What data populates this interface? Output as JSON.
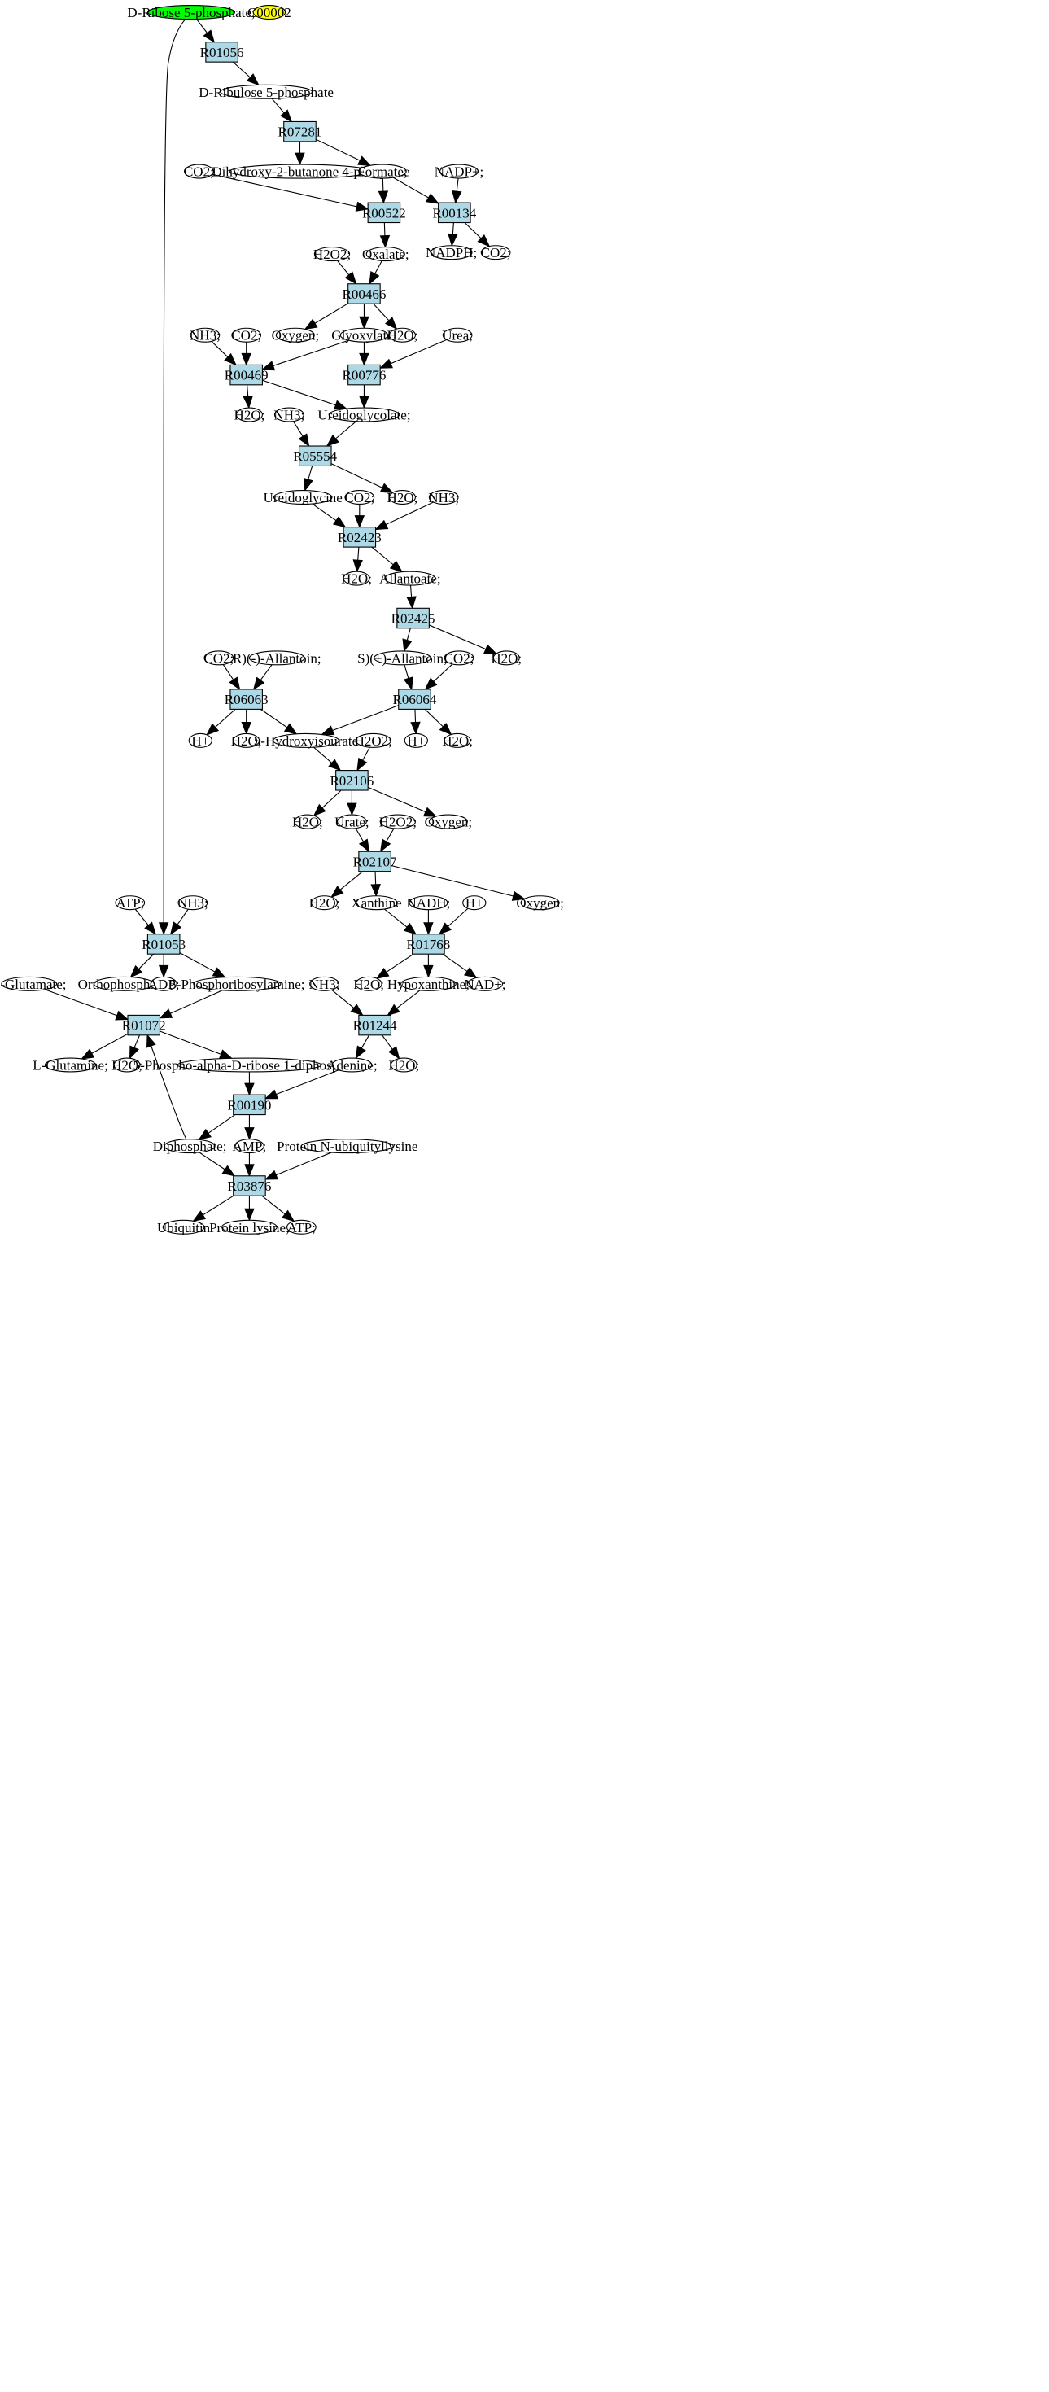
{
  "styles": {
    "compound_fill": "#ffffff",
    "reaction_fill": "#add8e6",
    "start_fill": "#00ff00",
    "highlight_fill": "#ffff00",
    "stroke": "#000000"
  },
  "nodes": [
    {
      "id": "c_ribose5p",
      "label": "D-Ribose 5-phosphate;",
      "kind": "start"
    },
    {
      "id": "c_C00002",
      "label": "C00002",
      "kind": "highlight"
    },
    {
      "id": "r_R01056",
      "label": "R01056",
      "kind": "reaction"
    },
    {
      "id": "c_ribulose5p",
      "label": "D-Ribulose 5-phosphate",
      "kind": "compound"
    },
    {
      "id": "r_R07281",
      "label": "R07281",
      "kind": "reaction"
    },
    {
      "id": "c_dhb4p",
      "label": "3,4-Dihydroxy-2-butanone 4-phosphate",
      "kind": "compound"
    },
    {
      "id": "c_formate",
      "label": "Formate;",
      "kind": "compound"
    },
    {
      "id": "c_co2_a",
      "label": "CO2;",
      "kind": "compound"
    },
    {
      "id": "c_nadp",
      "label": "NADP+;",
      "kind": "compound"
    },
    {
      "id": "r_R00522",
      "label": "R00522",
      "kind": "reaction"
    },
    {
      "id": "r_R00134",
      "label": "R00134",
      "kind": "reaction"
    },
    {
      "id": "c_nadph",
      "label": "NADPH;",
      "kind": "compound"
    },
    {
      "id": "c_co2_b",
      "label": "CO2;",
      "kind": "compound"
    },
    {
      "id": "c_h2o2_a",
      "label": "H2O2;",
      "kind": "compound"
    },
    {
      "id": "c_oxalate",
      "label": "Oxalate;",
      "kind": "compound"
    },
    {
      "id": "r_R00466",
      "label": "R00466",
      "kind": "reaction"
    },
    {
      "id": "c_nh3_a",
      "label": "NH3;",
      "kind": "compound"
    },
    {
      "id": "c_co2_c",
      "label": "CO2;",
      "kind": "compound"
    },
    {
      "id": "c_oxygen_a",
      "label": "Oxygen;",
      "kind": "compound"
    },
    {
      "id": "c_glyoxylate",
      "label": "Glyoxylate;",
      "kind": "compound"
    },
    {
      "id": "c_h2o_a",
      "label": "H2O;",
      "kind": "compound"
    },
    {
      "id": "c_urea",
      "label": "Urea;",
      "kind": "compound"
    },
    {
      "id": "r_R00469",
      "label": "R00469",
      "kind": "reaction"
    },
    {
      "id": "r_R00776",
      "label": "R00776",
      "kind": "reaction"
    },
    {
      "id": "c_h2o_b",
      "label": "H2O;",
      "kind": "compound"
    },
    {
      "id": "c_nh3_b",
      "label": "NH3;",
      "kind": "compound"
    },
    {
      "id": "c_ureidoglycolate",
      "label": "Ureidoglycolate;",
      "kind": "compound"
    },
    {
      "id": "r_R05554",
      "label": "R05554",
      "kind": "reaction"
    },
    {
      "id": "c_ureidoglycine",
      "label": "Ureidoglycine",
      "kind": "compound"
    },
    {
      "id": "c_co2_d",
      "label": "CO2;",
      "kind": "compound"
    },
    {
      "id": "c_h2o_c",
      "label": "H2O;",
      "kind": "compound"
    },
    {
      "id": "c_nh3_c",
      "label": "NH3;",
      "kind": "compound"
    },
    {
      "id": "r_R02423",
      "label": "R02423",
      "kind": "reaction"
    },
    {
      "id": "c_h2o_d",
      "label": "H2O;",
      "kind": "compound"
    },
    {
      "id": "c_allantoate",
      "label": "Allantoate;",
      "kind": "compound"
    },
    {
      "id": "r_R02425",
      "label": "R02425",
      "kind": "reaction"
    },
    {
      "id": "c_co2_e",
      "label": "CO2;",
      "kind": "compound"
    },
    {
      "id": "c_r_allantoin",
      "label": "R)(-)-Allantoin;",
      "kind": "compound"
    },
    {
      "id": "c_s_allantoin",
      "label": "S)(+)-Allantoin;",
      "kind": "compound"
    },
    {
      "id": "c_co2_f",
      "label": "CO2;",
      "kind": "compound"
    },
    {
      "id": "c_h2o_e",
      "label": "H2O;",
      "kind": "compound"
    },
    {
      "id": "r_R06063",
      "label": "R06063",
      "kind": "reaction"
    },
    {
      "id": "r_R06064",
      "label": "R06064",
      "kind": "reaction"
    },
    {
      "id": "c_hplus_a",
      "label": "H+",
      "kind": "compound"
    },
    {
      "id": "c_h2o_f",
      "label": "H2O;",
      "kind": "compound"
    },
    {
      "id": "c_5hiu",
      "label": "5-Hydroxyisourate",
      "kind": "compound"
    },
    {
      "id": "c_h2o2_b",
      "label": "H2O2;",
      "kind": "compound"
    },
    {
      "id": "c_hplus_b",
      "label": "H+",
      "kind": "compound"
    },
    {
      "id": "c_h2o_g",
      "label": "H2O;",
      "kind": "compound"
    },
    {
      "id": "r_R02106",
      "label": "R02106",
      "kind": "reaction"
    },
    {
      "id": "c_h2o_h",
      "label": "H2O;",
      "kind": "compound"
    },
    {
      "id": "c_urate",
      "label": "Urate;",
      "kind": "compound"
    },
    {
      "id": "c_h2o2_c",
      "label": "H2O2;",
      "kind": "compound"
    },
    {
      "id": "c_oxygen_b",
      "label": "Oxygen;",
      "kind": "compound"
    },
    {
      "id": "r_R02107",
      "label": "R02107",
      "kind": "reaction"
    },
    {
      "id": "c_atp_a",
      "label": "ATP;",
      "kind": "compound"
    },
    {
      "id": "c_nh3_d",
      "label": "NH3;",
      "kind": "compound"
    },
    {
      "id": "c_h2o_i",
      "label": "H2O;",
      "kind": "compound"
    },
    {
      "id": "c_xanthine",
      "label": "Xanthine",
      "kind": "compound"
    },
    {
      "id": "c_nadh",
      "label": "NADH;",
      "kind": "compound"
    },
    {
      "id": "c_hplus_c",
      "label": "H+",
      "kind": "compound"
    },
    {
      "id": "c_oxygen_c",
      "label": "Oxygen;",
      "kind": "compound"
    },
    {
      "id": "r_R01053",
      "label": "R01053",
      "kind": "reaction"
    },
    {
      "id": "r_R01768",
      "label": "R01768",
      "kind": "reaction"
    },
    {
      "id": "c_lglutamate",
      "label": "L-Glutamate;",
      "kind": "compound"
    },
    {
      "id": "c_orthophosphate",
      "label": "Orthophosphate;",
      "kind": "compound"
    },
    {
      "id": "c_adp",
      "label": "ADP;",
      "kind": "compound"
    },
    {
      "id": "c_5pra",
      "label": "5-Phosphoribosylamine;",
      "kind": "compound"
    },
    {
      "id": "c_nh3_e",
      "label": "NH3;",
      "kind": "compound"
    },
    {
      "id": "c_h2o_j",
      "label": "H2O;",
      "kind": "compound"
    },
    {
      "id": "c_hypoxanthine",
      "label": "Hypoxanthine;",
      "kind": "compound"
    },
    {
      "id": "c_nad",
      "label": "NAD+;",
      "kind": "compound"
    },
    {
      "id": "r_R01072",
      "label": "R01072",
      "kind": "reaction"
    },
    {
      "id": "r_R01244",
      "label": "R01244",
      "kind": "reaction"
    },
    {
      "id": "c_lglutamine",
      "label": "L-Glutamine;",
      "kind": "compound"
    },
    {
      "id": "c_h2o_k",
      "label": "H2O;",
      "kind": "compound"
    },
    {
      "id": "c_prpp",
      "label": "5-Phospho-alpha-D-ribose 1-diphosphate;",
      "kind": "compound"
    },
    {
      "id": "c_adenine",
      "label": "Adenine;",
      "kind": "compound"
    },
    {
      "id": "c_h2o_l",
      "label": "H2O;",
      "kind": "compound"
    },
    {
      "id": "r_R00190",
      "label": "R00190",
      "kind": "reaction"
    },
    {
      "id": "c_diphosphate",
      "label": "Diphosphate;",
      "kind": "compound"
    },
    {
      "id": "c_amp",
      "label": "AMP;",
      "kind": "compound"
    },
    {
      "id": "c_protein_nubl",
      "label": "Protein N-ubiquityllysine",
      "kind": "compound"
    },
    {
      "id": "r_R03876",
      "label": "R03876",
      "kind": "reaction"
    },
    {
      "id": "c_ubiquitin",
      "label": "Ubiquitin",
      "kind": "compound"
    },
    {
      "id": "c_protein_lys",
      "label": "Protein lysine;",
      "kind": "compound"
    },
    {
      "id": "c_atp_b",
      "label": "ATP;",
      "kind": "compound"
    }
  ],
  "edges": [
    [
      "c_ribose5p",
      "r_R01056"
    ],
    [
      "c_ribose5p",
      "r_R01053"
    ],
    [
      "r_R01056",
      "c_ribulose5p"
    ],
    [
      "c_ribulose5p",
      "r_R07281"
    ],
    [
      "r_R07281",
      "c_dhb4p"
    ],
    [
      "r_R07281",
      "c_formate"
    ],
    [
      "c_formate",
      "r_R00522"
    ],
    [
      "c_formate",
      "r_R00134"
    ],
    [
      "c_co2_a",
      "r_R00522"
    ],
    [
      "c_nadp",
      "r_R00134"
    ],
    [
      "r_R00134",
      "c_nadph"
    ],
    [
      "r_R00134",
      "c_co2_b"
    ],
    [
      "r_R00522",
      "c_oxalate"
    ],
    [
      "c_h2o2_a",
      "r_R00466"
    ],
    [
      "c_oxalate",
      "r_R00466"
    ],
    [
      "r_R00466",
      "c_oxygen_a"
    ],
    [
      "r_R00466",
      "c_glyoxylate"
    ],
    [
      "r_R00466",
      "c_h2o_a"
    ],
    [
      "c_nh3_a",
      "r_R00469"
    ],
    [
      "c_co2_c",
      "r_R00469"
    ],
    [
      "c_glyoxylate",
      "r_R00469"
    ],
    [
      "c_glyoxylate",
      "r_R00776"
    ],
    [
      "c_urea",
      "r_R00776"
    ],
    [
      "r_R00469",
      "c_h2o_b"
    ],
    [
      "r_R00469",
      "c_ureidoglycolate"
    ],
    [
      "r_R00776",
      "c_ureidoglycolate"
    ],
    [
      "c_nh3_b",
      "r_R05554"
    ],
    [
      "c_ureidoglycolate",
      "r_R05554"
    ],
    [
      "r_R05554",
      "c_ureidoglycine"
    ],
    [
      "r_R05554",
      "c_h2o_c"
    ],
    [
      "c_ureidoglycine",
      "r_R02423"
    ],
    [
      "c_co2_d",
      "r_R02423"
    ],
    [
      "c_nh3_c",
      "r_R02423"
    ],
    [
      "r_R02423",
      "c_h2o_d"
    ],
    [
      "r_R02423",
      "c_allantoate"
    ],
    [
      "c_allantoate",
      "r_R02425"
    ],
    [
      "r_R02425",
      "c_s_allantoin"
    ],
    [
      "r_R02425",
      "c_h2o_e"
    ],
    [
      "c_co2_e",
      "r_R06063"
    ],
    [
      "c_r_allantoin",
      "r_R06063"
    ],
    [
      "c_s_allantoin",
      "r_R06064"
    ],
    [
      "c_co2_f",
      "r_R06064"
    ],
    [
      "r_R06063",
      "c_hplus_a"
    ],
    [
      "r_R06063",
      "c_h2o_f"
    ],
    [
      "r_R06063",
      "c_5hiu"
    ],
    [
      "r_R06064",
      "c_5hiu"
    ],
    [
      "r_R06064",
      "c_hplus_b"
    ],
    [
      "r_R06064",
      "c_h2o_g"
    ],
    [
      "c_5hiu",
      "r_R02106"
    ],
    [
      "c_h2o2_b",
      "r_R02106"
    ],
    [
      "r_R02106",
      "c_h2o_h"
    ],
    [
      "r_R02106",
      "c_urate"
    ],
    [
      "r_R02106",
      "c_oxygen_b"
    ],
    [
      "c_urate",
      "r_R02107"
    ],
    [
      "c_h2o2_c",
      "r_R02107"
    ],
    [
      "r_R02107",
      "c_h2o_i"
    ],
    [
      "r_R02107",
      "c_xanthine"
    ],
    [
      "r_R02107",
      "c_oxygen_c"
    ],
    [
      "c_xanthine",
      "r_R01768"
    ],
    [
      "c_nadh",
      "r_R01768"
    ],
    [
      "c_hplus_c",
      "r_R01768"
    ],
    [
      "r_R01768",
      "c_h2o_j"
    ],
    [
      "r_R01768",
      "c_hypoxanthine"
    ],
    [
      "r_R01768",
      "c_nad"
    ],
    [
      "c_nh3_e",
      "r_R01244"
    ],
    [
      "c_hypoxanthine",
      "r_R01244"
    ],
    [
      "r_R01244",
      "c_adenine"
    ],
    [
      "r_R01244",
      "c_h2o_l"
    ],
    [
      "c_atp_a",
      "r_R01053"
    ],
    [
      "c_nh3_d",
      "r_R01053"
    ],
    [
      "r_R01053",
      "c_orthophosphate"
    ],
    [
      "r_R01053",
      "c_adp"
    ],
    [
      "r_R01053",
      "c_5pra"
    ],
    [
      "c_lglutamate",
      "r_R01072"
    ],
    [
      "c_5pra",
      "r_R01072"
    ],
    [
      "c_diphosphate",
      "r_R01072"
    ],
    [
      "r_R01072",
      "c_lglutamine"
    ],
    [
      "r_R01072",
      "c_h2o_k"
    ],
    [
      "r_R01072",
      "c_prpp"
    ],
    [
      "c_prpp",
      "r_R00190"
    ],
    [
      "c_adenine",
      "r_R00190"
    ],
    [
      "r_R00190",
      "c_diphosphate"
    ],
    [
      "r_R00190",
      "c_amp"
    ],
    [
      "c_diphosphate",
      "r_R03876"
    ],
    [
      "c_amp",
      "r_R03876"
    ],
    [
      "c_protein_nubl",
      "r_R03876"
    ],
    [
      "r_R03876",
      "c_ubiquitin"
    ],
    [
      "r_R03876",
      "c_protein_lys"
    ],
    [
      "r_R03876",
      "c_atp_b"
    ]
  ]
}
